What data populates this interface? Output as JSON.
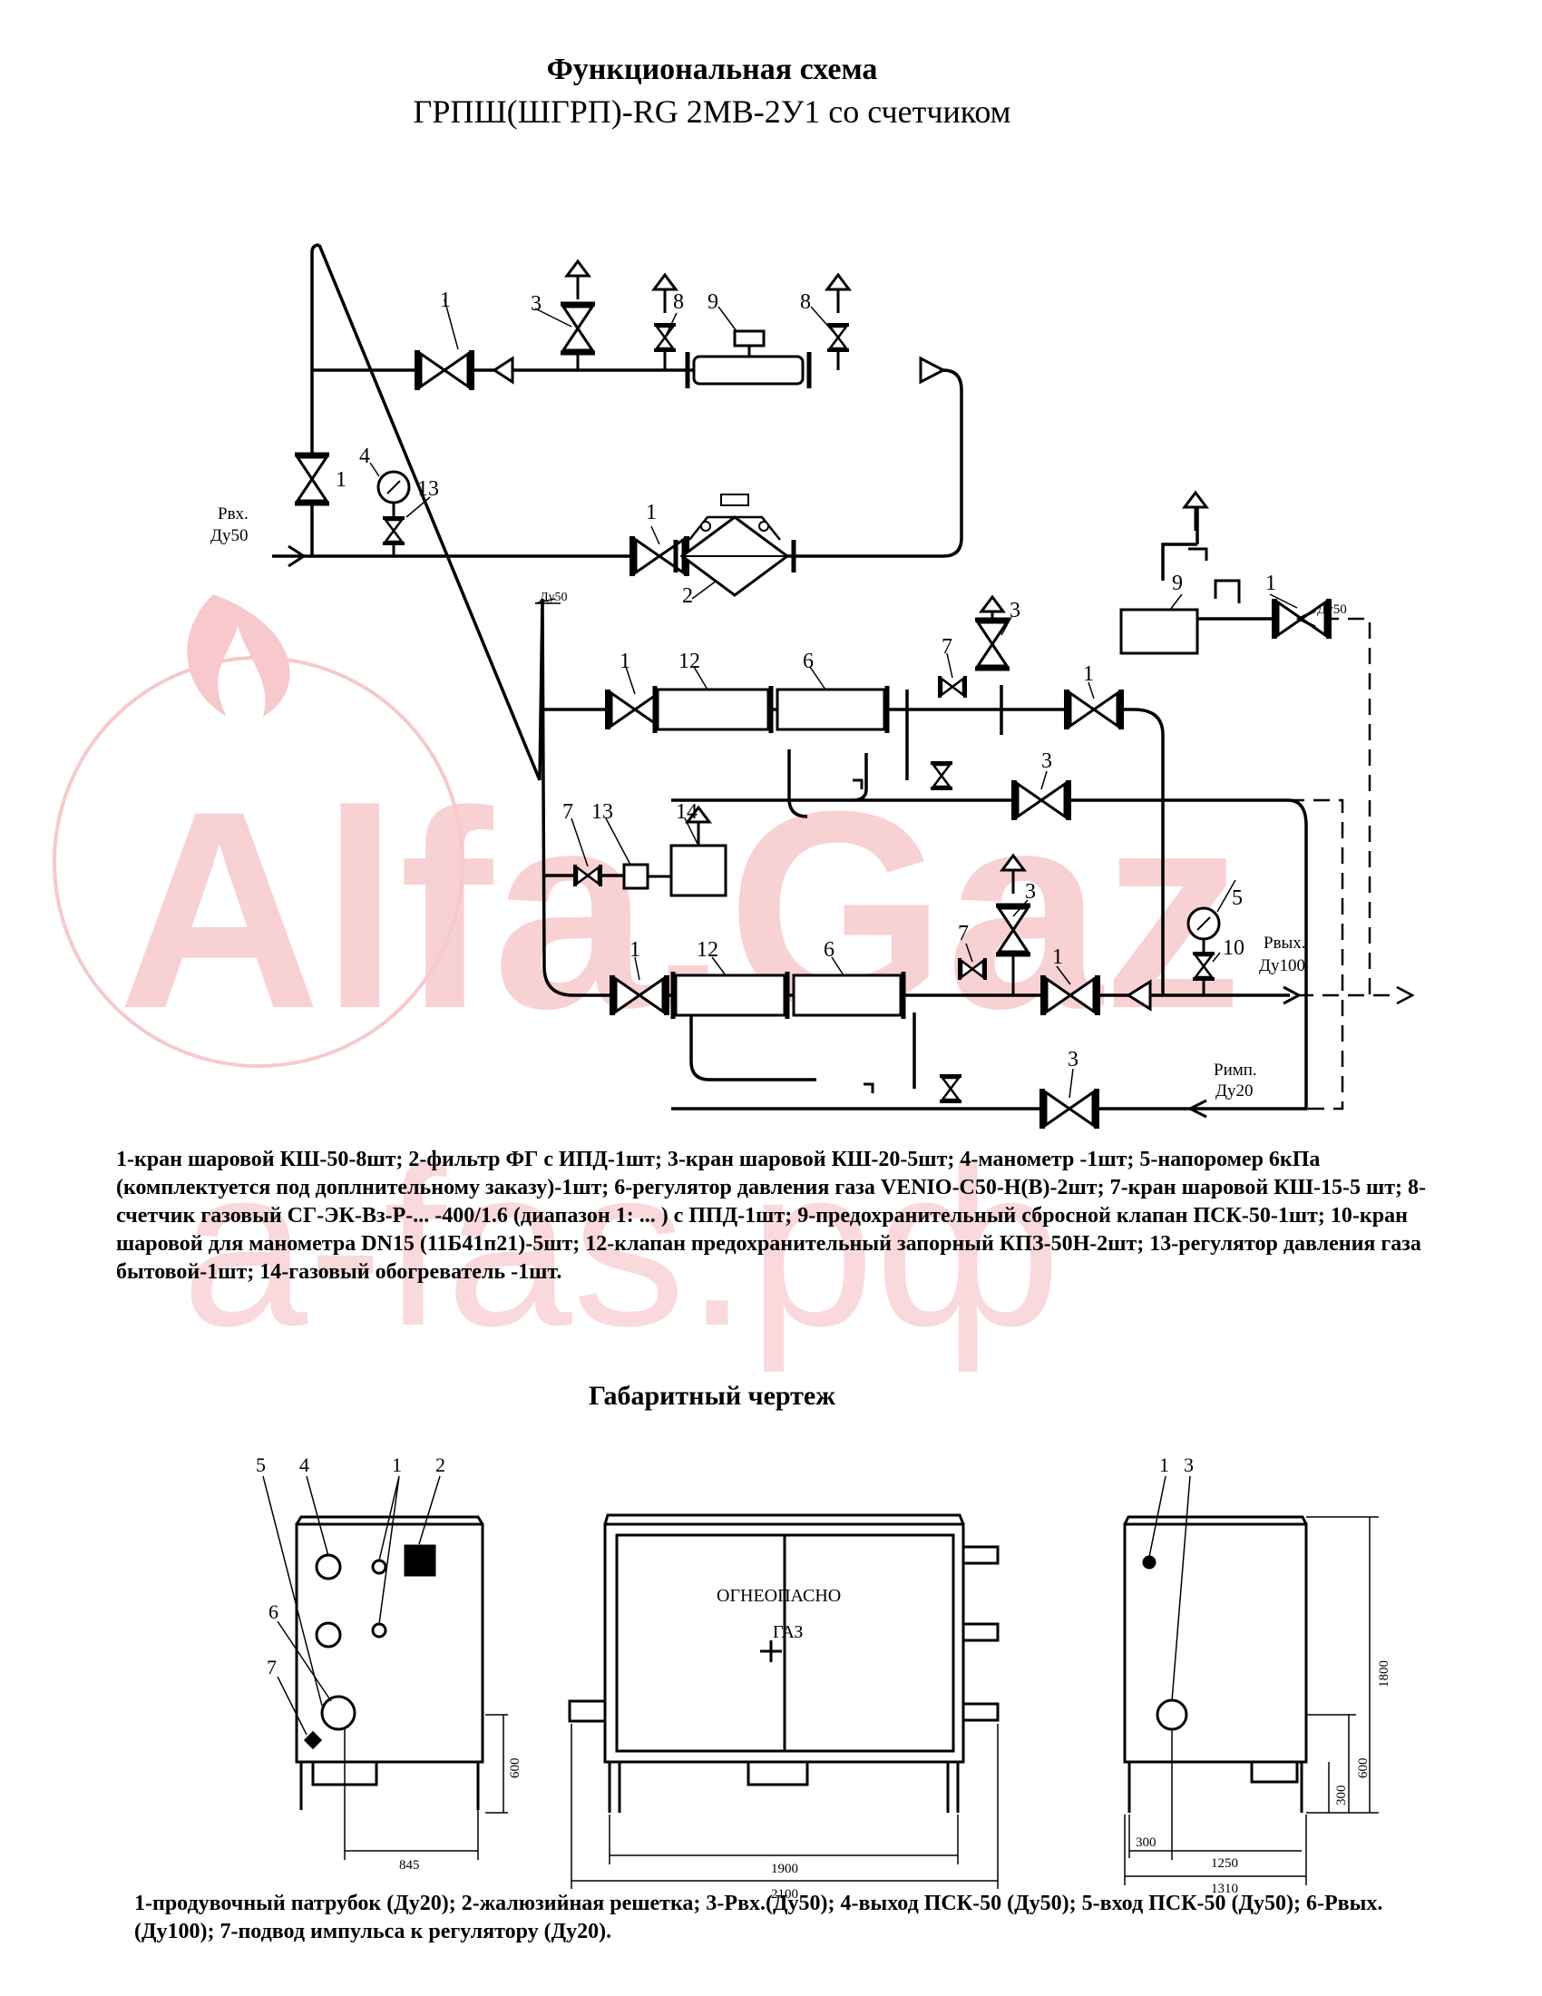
{
  "titles": {
    "main": "Функциональная схема",
    "sub": "ГРПШ(ШГРП)-RG 2МВ-2У1 со счетчиком",
    "gabarit": "Габаритный чертеж"
  },
  "watermark": {
    "text1": "Alfa.Gaz",
    "text2": "a-fas.рф",
    "color": "#f7c9cc"
  },
  "labels": {
    "pin": "Рвх.",
    "pin_dn": "Ду50",
    "pout": "Рвых.",
    "pout_dn": "Ду100",
    "pimp": "Римп.",
    "pimp_dn": "Ду20",
    "dn50_psk": "Ду50",
    "dn50_diag": "Ду50"
  },
  "numbers": [
    "1",
    "2",
    "3",
    "4",
    "5",
    "6",
    "7",
    "8",
    "9",
    "10",
    "12",
    "13",
    "14"
  ],
  "legend1": "1-кран шаровой КШ-50-8шт; 2-фильтр ФГ с ИПД-1шт; 3-кран шаровой КШ-20-5шт; 4-манометр -1шт; 5-напоромер 6кПа (комплектуется под доплнительному заказу)-1шт; 6-регулятор давления газа VENIO-C50-H(B)-2шт; 7-кран шаровой КШ-15-5 шт; 8-счетчик газовый СГ-ЭК-Вз-Р-... -400/1.6 (диапазон 1: ... ) с ППД-1шт; 9-предохранительный сбросной клапан ПСК-50-1шт; 10-кран шаровой для манометра DN15 (11Б41п21)-5шт; 12-клапан предохранительный запорный КПЗ-50Н-2шт; 13-регулятор давления газа бытовой-1шт; 14-газовый обогреватель -1шт.",
  "cabinet": {
    "door_text1": "ОГНЕОПАСНО",
    "door_text2": "ГАЗ",
    "dims": {
      "d845": "845",
      "d600a": "600",
      "d1900": "1900",
      "d2100": "2100",
      "d1800": "1800",
      "d600b": "600",
      "d300a": "300",
      "d300b": "300",
      "d1250": "1250",
      "d1310": "1310"
    },
    "callouts": [
      "5",
      "4",
      "1",
      "2",
      "6",
      "7",
      "1",
      "3"
    ]
  },
  "legend2": "1-продувочный патрубок (Ду20); 2-жалюзийная решетка; 3-Рвх.(Ду50); 4-выход ПСК-50 (Ду50); 5-вход ПСК-50 (Ду50); 6-Рвых.(Ду100); 7-подвод импульса к регулятору (Ду20)."
}
